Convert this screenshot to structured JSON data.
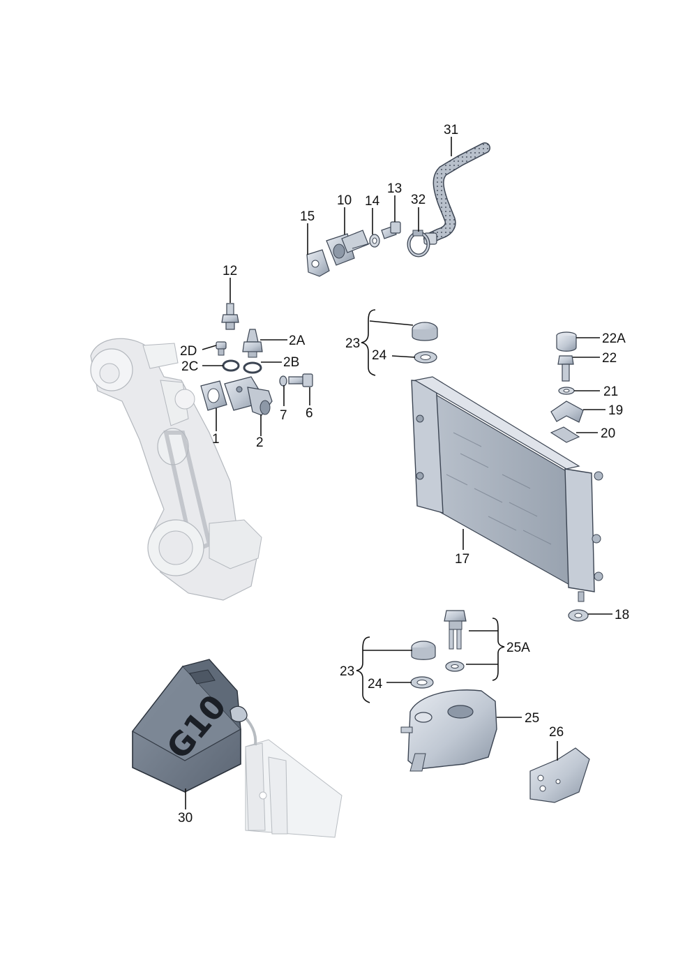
{
  "diagram": {
    "callouts": {
      "p1": "1",
      "p2": "2",
      "p2a": "2A",
      "p2b": "2B",
      "p2c": "2C",
      "p2d": "2D",
      "p6": "6",
      "p7": "7",
      "p10": "10",
      "p12": "12",
      "p13": "13",
      "p14": "14",
      "p15": "15",
      "p17": "17",
      "p18": "18",
      "p19": "19",
      "p20": "20",
      "p21": "21",
      "p22": "22",
      "p22a": "22A",
      "p23_top": "23",
      "p24_top": "24",
      "p23_bottom": "23",
      "p24_bottom": "24",
      "p25": "25",
      "p25a": "25A",
      "p26": "26",
      "p30": "30",
      "p31": "31",
      "p32": "32"
    },
    "canister_marking": "G10"
  },
  "colors": {
    "part_fill": "#c5ccd6",
    "part_dark": "#8d98a7",
    "part_light": "#e4e8ee",
    "engine_fill": "#e3e5e8",
    "canister_fill": "#6f7a88",
    "line": "#111111"
  }
}
